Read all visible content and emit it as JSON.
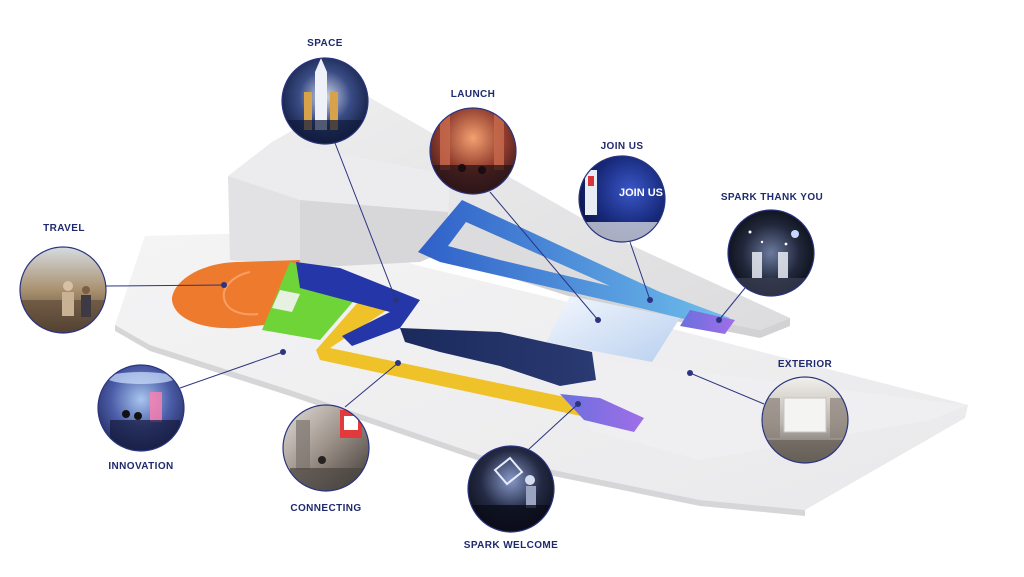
{
  "zones": [
    {
      "id": "space",
      "label": "SPACE"
    },
    {
      "id": "launch",
      "label": "LAUNCH"
    },
    {
      "id": "join-us",
      "label": "JOIN US",
      "sign_text": "JOIN US"
    },
    {
      "id": "spark-thank-you",
      "label": "SPARK THANK YOU"
    },
    {
      "id": "travel",
      "label": "TRAVEL"
    },
    {
      "id": "exterior",
      "label": "EXTERIOR"
    },
    {
      "id": "innovation",
      "label": "INNOVATION"
    },
    {
      "id": "connecting",
      "label": "CONNECTING"
    },
    {
      "id": "spark-welcome",
      "label": "SPARK WELCOME"
    }
  ],
  "colors": {
    "label_text": "#1f2a6e",
    "leader_line": "#2a3480",
    "travel_zone": "#ee7a2e",
    "innovation_zone": "#6ed437",
    "connecting_zone": "#f0c22a",
    "space_zone": "#2537a8",
    "launch_zone": "#1b2a5c",
    "join_us_zone": "#4aa3df",
    "spark_zone": "#8a6be6",
    "exterior_zone": "#d8e6f8",
    "building": "#e4e4e6"
  }
}
